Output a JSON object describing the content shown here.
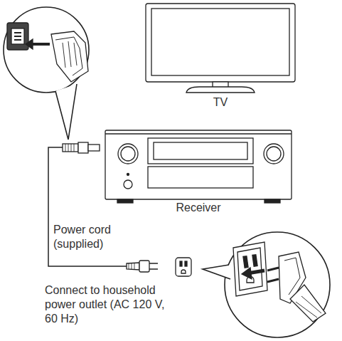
{
  "diagram": {
    "nodes": [
      {
        "text": [
          "TV"
        ]
      },
      {
        "text": [
          "Receiver"
        ]
      }
    ],
    "labels": [
      "Power cord (supplied)",
      "Connect to household power outlet (AC 120 V, 60 Hz)"
    ]
  }
}
